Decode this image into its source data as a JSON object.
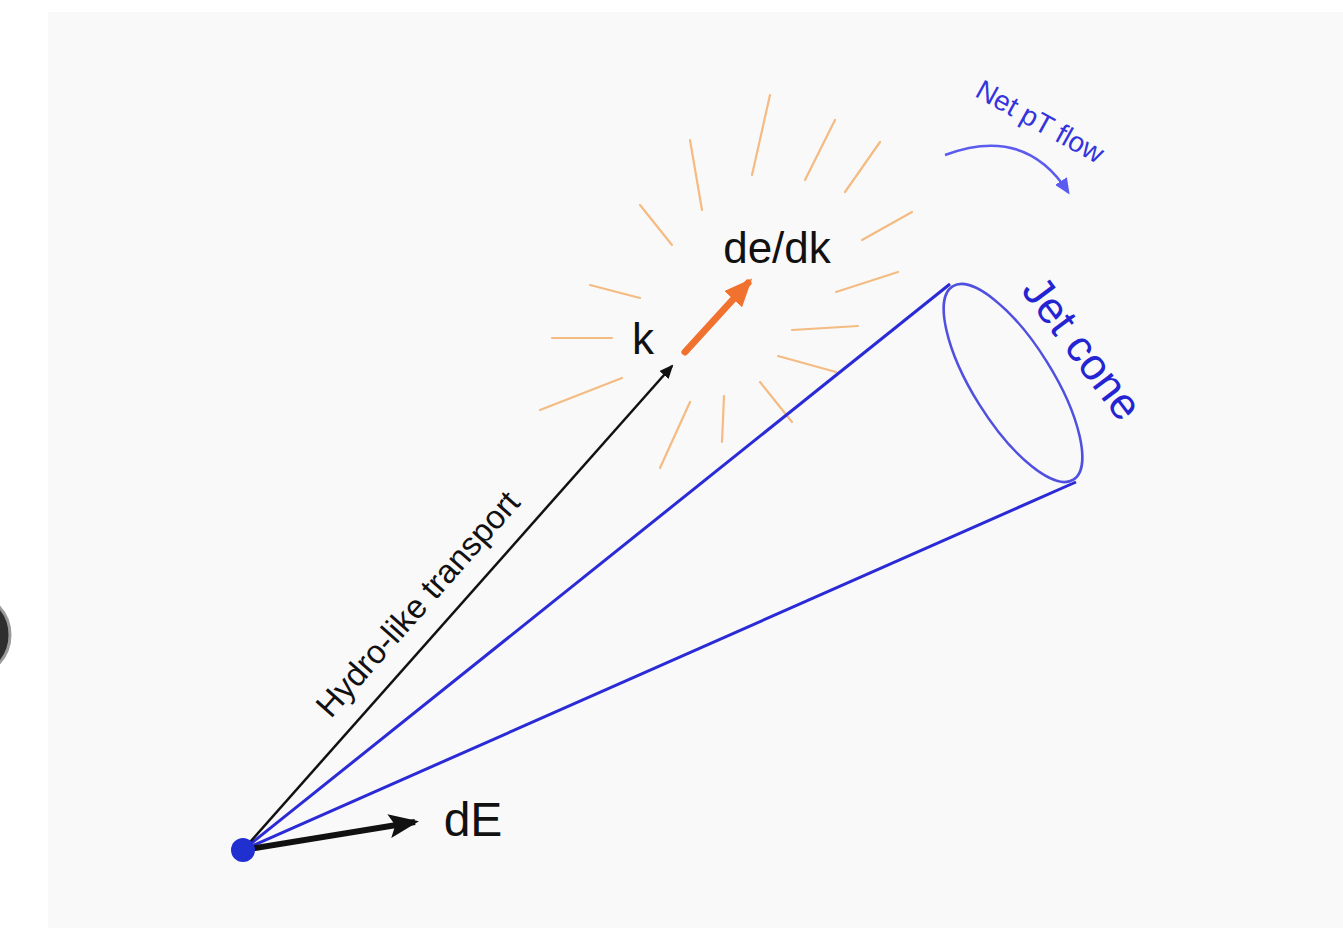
{
  "diagram": {
    "labels": [
      "Net pT flow",
      "de/dk",
      "k",
      "Jet cone",
      "Hydro-like transport",
      "dE"
    ]
  }
}
